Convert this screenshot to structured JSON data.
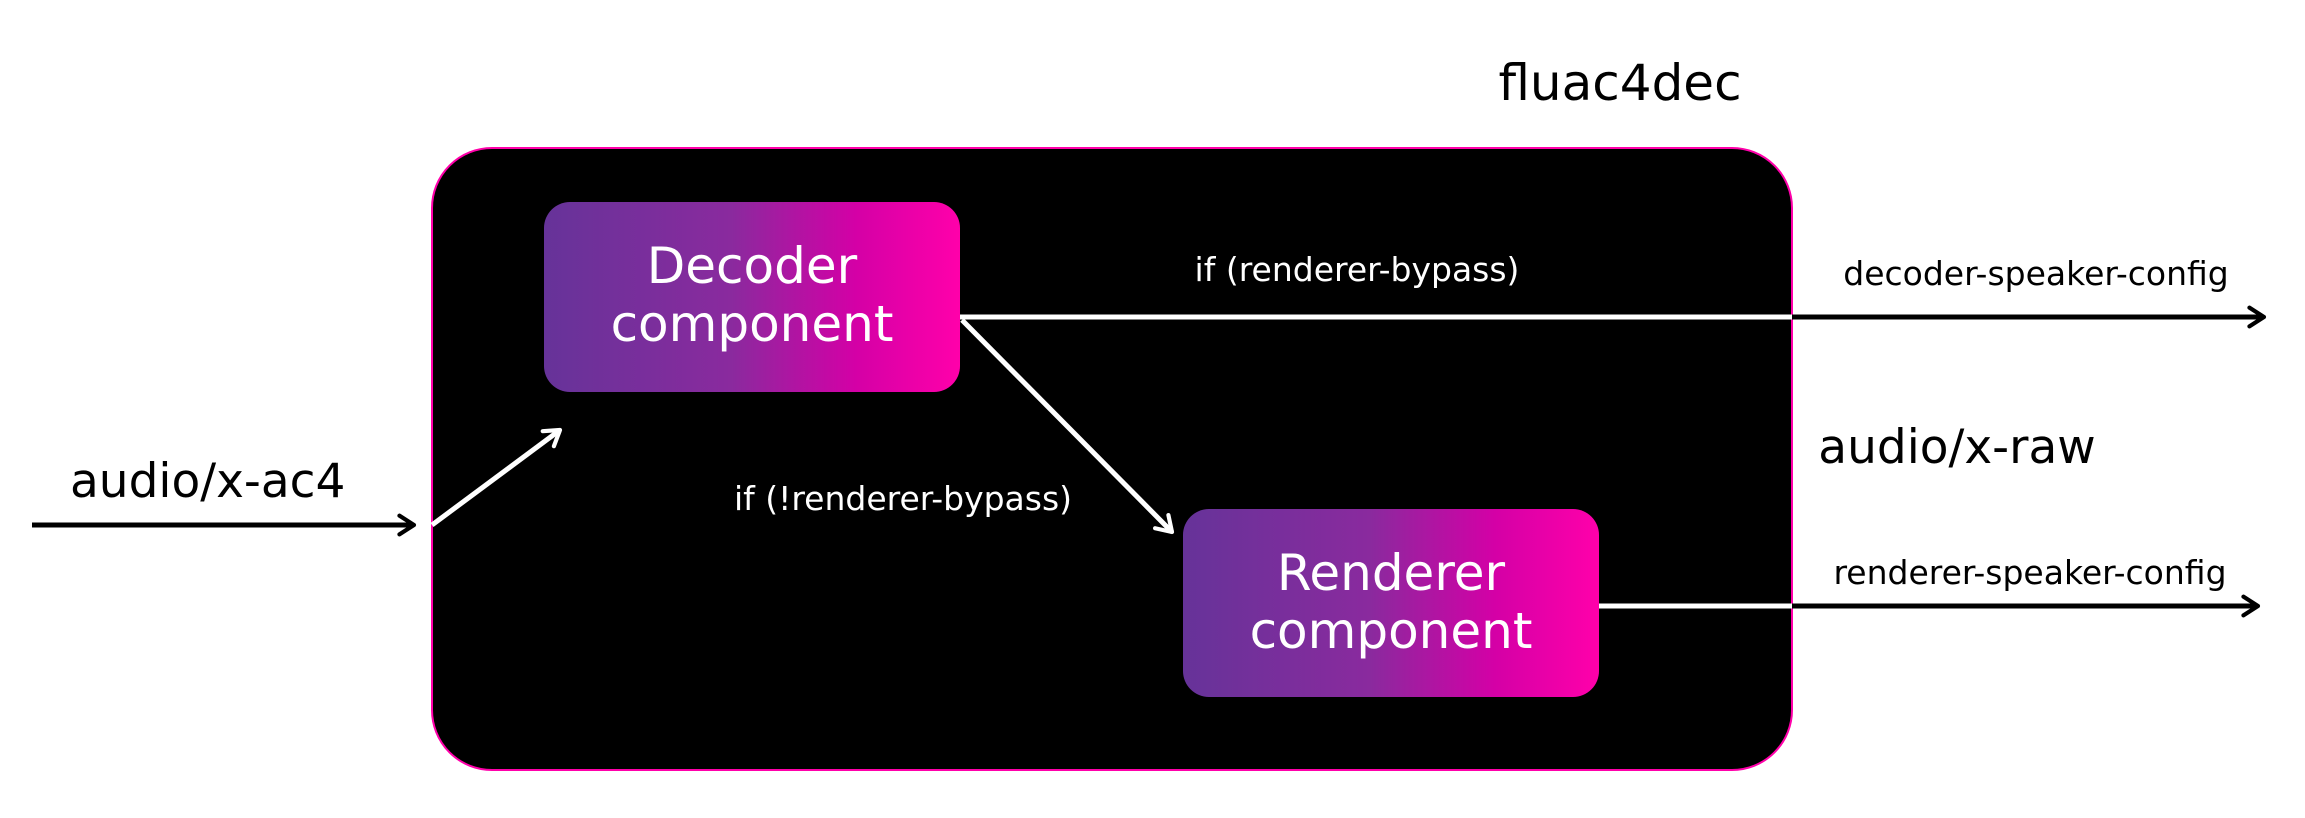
{
  "title": "fluac4dec",
  "input": {
    "label": "audio/x-ac4"
  },
  "output": {
    "label": "audio/x-raw"
  },
  "components": {
    "decoder": {
      "line1": "Decoder",
      "line2": "component"
    },
    "renderer": {
      "line1": "Renderer",
      "line2": "component"
    }
  },
  "branches": {
    "bypass": "if (renderer-bypass)",
    "no_bypass": "if (!renderer-bypass)"
  },
  "outputs": {
    "decoder_config": "decoder-speaker-config",
    "renderer_config": "renderer-speaker-config"
  },
  "colors": {
    "container": "#000000",
    "container_border": "#ff00aa",
    "gradient_start": "#663399",
    "gradient_end": "#ff00aa",
    "line_inner": "#ffffff",
    "line_outer": "#000000"
  }
}
